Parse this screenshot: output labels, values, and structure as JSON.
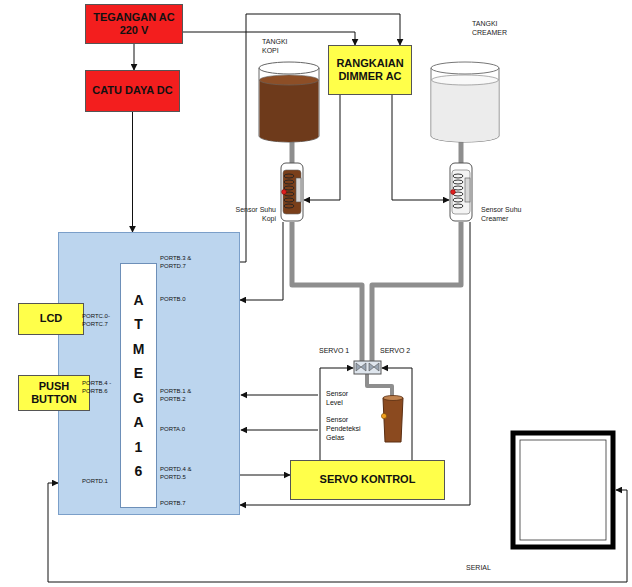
{
  "diagram": {
    "nodes": [
      {
        "text": [
          "TEGANGAN AC 220 V"
        ]
      },
      {
        "text": [
          "CATU DAYA DC"
        ]
      },
      {
        "text": [
          "TANGKI KOPI"
        ]
      },
      {
        "text": [
          "RANGKAIAN DIMMER AC"
        ]
      },
      {
        "text": [
          "TANGKI CREAMER"
        ]
      },
      {
        "text": [
          "Sensor Suhu Kopi"
        ]
      },
      {
        "text": [
          "Sensor Suhu Creamer"
        ]
      },
      {
        "text": [
          "ATMEGA 16"
        ]
      },
      {
        "text": [
          "LCD"
        ]
      },
      {
        "text": [
          "PUSH BUTTON"
        ]
      },
      {
        "text": [
          "SERVO KONTROL"
        ]
      },
      {
        "text": [
          "SERIAL"
        ]
      }
    ],
    "edges": [
      {
        "from": 0,
        "to": 1,
        "arrow": "to"
      },
      {
        "from": 0,
        "to": 3,
        "arrow": "to"
      },
      {
        "from": 7,
        "to": 3,
        "arrow": "to"
      },
      {
        "from": 1,
        "to": 7,
        "arrow": "to"
      },
      {
        "from": 3,
        "to": 5,
        "arrow": "to"
      },
      {
        "from": 3,
        "to": 6,
        "arrow": "to"
      },
      {
        "from": 2,
        "to": 5,
        "arrow": "none"
      },
      {
        "from": 4,
        "to": 6,
        "arrow": "none"
      },
      {
        "from": 5,
        "to": 7,
        "arrow": "to"
      },
      {
        "from": 6,
        "to": 7,
        "arrow": "to"
      },
      {
        "from": 8,
        "to": 7,
        "arrow": "to"
      },
      {
        "from": 9,
        "to": 7,
        "arrow": "to"
      },
      {
        "from": 7,
        "to": 10,
        "arrow": "to"
      },
      {
        "from": 11,
        "to": 7,
        "arrow": "both"
      }
    ],
    "labels": [
      "PORTB.3 & PORTD.7",
      "PORTB.0",
      "PORTC.0-PORTC.7",
      "PORTB.4 - PORTB.6",
      "PORTB.1 & PORTB.2",
      "PORTA.0",
      "PORTD.4 & PORTD.5",
      "PORTD.1",
      "PORTB.7",
      "SERVO 1",
      "SERVO 2",
      "Sensor Level",
      "Sensor Pendeteksi Gelas"
    ]
  }
}
